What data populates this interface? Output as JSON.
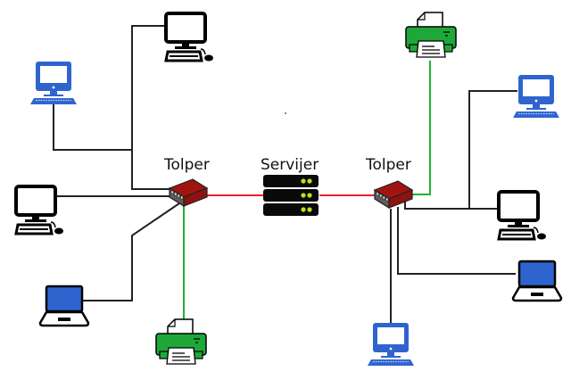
{
  "diagram": {
    "type": "network-topology",
    "labels": {
      "left_switch": "Tolper",
      "server": "Servijer",
      "right_switch": "Tolper"
    },
    "colors": {
      "background": "#ffffff",
      "cable_default": "#222222",
      "cable_uplink": "#e8202a",
      "cable_printer": "#22b034",
      "switch_body": "#a11410",
      "server_body": "#0a0a0a",
      "server_led": "#b8e61a",
      "device_blue": "#2f64cf",
      "printer_green": "#1ea83a"
    },
    "nodes": [
      {
        "id": "server",
        "kind": "server",
        "label": "Servijer"
      },
      {
        "id": "switch-left",
        "kind": "switch",
        "label": "Tolper"
      },
      {
        "id": "switch-right",
        "kind": "switch",
        "label": "Tolper"
      },
      {
        "id": "pc-top-left-black",
        "kind": "desktop-black"
      },
      {
        "id": "pc-left-blue",
        "kind": "desktop-blue"
      },
      {
        "id": "pc-left-black",
        "kind": "desktop-black"
      },
      {
        "id": "laptop-left",
        "kind": "laptop"
      },
      {
        "id": "printer-left",
        "kind": "printer"
      },
      {
        "id": "printer-right",
        "kind": "printer"
      },
      {
        "id": "pc-right-blue",
        "kind": "desktop-blue"
      },
      {
        "id": "pc-right-black",
        "kind": "desktop-black"
      },
      {
        "id": "laptop-right",
        "kind": "laptop"
      },
      {
        "id": "pc-bottom-blue",
        "kind": "desktop-blue"
      }
    ],
    "links": [
      {
        "from": "switch-left",
        "to": "server",
        "type": "uplink"
      },
      {
        "from": "server",
        "to": "switch-right",
        "type": "uplink"
      },
      {
        "from": "switch-left",
        "to": "pc-top-left-black",
        "type": "default"
      },
      {
        "from": "switch-left",
        "to": "pc-left-blue",
        "type": "default"
      },
      {
        "from": "switch-left",
        "to": "pc-left-black",
        "type": "default"
      },
      {
        "from": "switch-left",
        "to": "laptop-left",
        "type": "default"
      },
      {
        "from": "switch-left",
        "to": "printer-left",
        "type": "printer"
      },
      {
        "from": "switch-right",
        "to": "printer-right",
        "type": "printer"
      },
      {
        "from": "switch-right",
        "to": "pc-right-blue",
        "type": "default"
      },
      {
        "from": "switch-right",
        "to": "pc-right-black",
        "type": "default"
      },
      {
        "from": "switch-right",
        "to": "laptop-right",
        "type": "default"
      },
      {
        "from": "switch-right",
        "to": "pc-bottom-blue",
        "type": "default"
      }
    ]
  }
}
